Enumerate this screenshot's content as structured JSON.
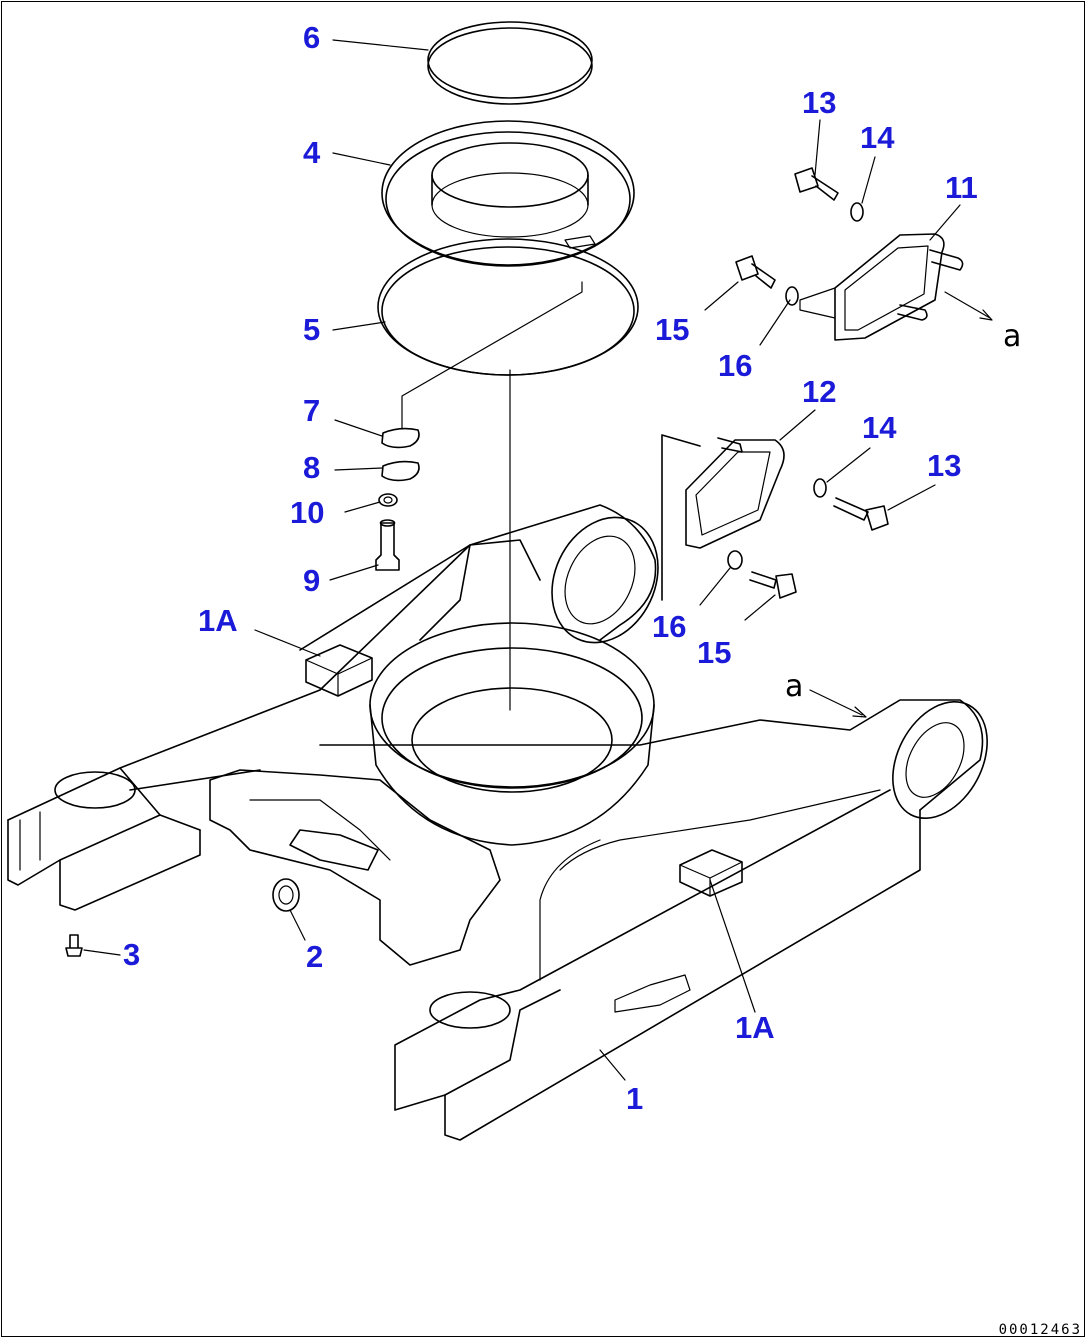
{
  "diagram": {
    "drawing_number": "00012463",
    "view_marker": "a",
    "callouts": [
      {
        "id": "c6",
        "label": "6"
      },
      {
        "id": "c4",
        "label": "4"
      },
      {
        "id": "c5",
        "label": "5"
      },
      {
        "id": "c7",
        "label": "7"
      },
      {
        "id": "c8",
        "label": "8"
      },
      {
        "id": "c10",
        "label": "10"
      },
      {
        "id": "c9",
        "label": "9"
      },
      {
        "id": "c1A1",
        "label": "1A"
      },
      {
        "id": "c13a",
        "label": "13"
      },
      {
        "id": "c14a",
        "label": "14"
      },
      {
        "id": "c11",
        "label": "11"
      },
      {
        "id": "c15a",
        "label": "15"
      },
      {
        "id": "c16a",
        "label": "16"
      },
      {
        "id": "c12",
        "label": "12"
      },
      {
        "id": "c14b",
        "label": "14"
      },
      {
        "id": "c13b",
        "label": "13"
      },
      {
        "id": "c16b",
        "label": "16"
      },
      {
        "id": "c15b",
        "label": "15"
      },
      {
        "id": "c3",
        "label": "3"
      },
      {
        "id": "c2",
        "label": "2"
      },
      {
        "id": "c1A2",
        "label": "1A"
      },
      {
        "id": "c1",
        "label": "1"
      }
    ]
  }
}
